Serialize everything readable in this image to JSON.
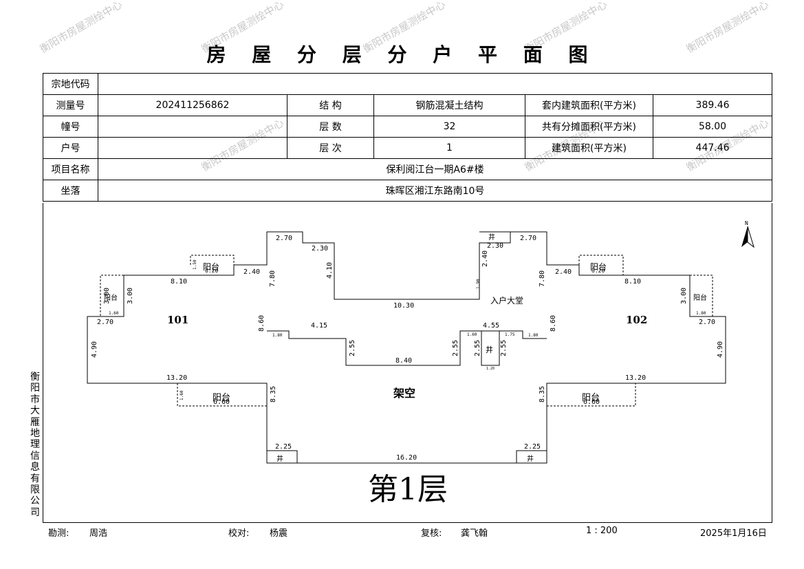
{
  "title": "房 屋 分 层 分 户 平 面 图",
  "watermark": "衡阳市房屋测绘中心",
  "info": {
    "parcel_code_label": "宗地代码",
    "parcel_code_value": "",
    "survey_no_label": "测量号",
    "survey_no_value": "202411256862",
    "structure_label": "结  构",
    "structure_value": "钢筋混凝土结构",
    "inner_area_label": "套内建筑面积(平方米)",
    "inner_area_value": "389.46",
    "building_no_label": "幢号",
    "building_no_value": "",
    "floors_label": "层  数",
    "floors_value": "32",
    "shared_area_label": "共有分摊面积(平方米)",
    "shared_area_value": "58.00",
    "unit_no_label": "户号",
    "unit_no_value": "",
    "floor_label": "层  次",
    "floor_value": "1",
    "building_area_label": "建筑面积(平方米)",
    "building_area_value": "447.46",
    "project_label": "项目名称",
    "project_value": "保利阅江台一期A6#楼",
    "location_label": "坐落",
    "location_value": "珠晖区湘江东路南10号"
  },
  "plan": {
    "unit_left": "101",
    "unit_right": "102",
    "center_label": "架空",
    "lobby_label": "入户大堂",
    "balcony_label": "阳台",
    "shaft_label": "井",
    "floor_title": "第1层",
    "north": "N",
    "dims": {
      "top_left_wall": "2.70",
      "top_left_step": "2.30",
      "top_left_drop": "4.10",
      "notch_bottom": "10.30",
      "top_right_wall": "2.70",
      "top_right_step": "2.30",
      "right_drop": "2.40",
      "right_small": "1.90",
      "left_balc_stub": "2.40",
      "left_balc_w": "1.50",
      "left_balc_len": "6.20",
      "left_top": "8.10",
      "left_vert_upper": "7.80",
      "left_balc_small": "3.00",
      "left_side_balc": "3.00",
      "left_side_balc2": "1.60",
      "left_step": "2.70",
      "left_height": "4.90",
      "left_bottom": "13.20",
      "left_mid_vert": "8.60",
      "mid_left_small": "1.80",
      "mid_left_top": "4.15",
      "mid_left_vert": "2.55",
      "mid_bottom": "8.40",
      "mid_right_vert": "2.55",
      "mid_right_top": "4.55",
      "mid_shaft_w": "1.60",
      "mid_shaft_v": "2.55",
      "mid_shaft_r": "2.55",
      "mid_small_r": "1.75",
      "mid_small_r2": "1.80",
      "mid_shaft_bottom": "1.20",
      "right_balc_stub": "2.40",
      "right_balc_len": "6.20",
      "right_top": "8.10",
      "right_vert_upper": "7.80",
      "right_side_balc": "3.00",
      "right_side_balc2": "1.80",
      "right_step": "2.70",
      "right_height": "4.90",
      "right_bottom": "13.20",
      "right_mid_vert": "8.60",
      "lower_left_vert": "8.35",
      "lower_right_vert": "8.35",
      "lower_left_balc": "6.60",
      "lower_right_balc": "6.60",
      "lower_balc_h": "1.60",
      "bottom_left_small": "2.25",
      "bottom_right_small": "2.25",
      "bottom": "16.20"
    }
  },
  "side_label": "衡阳市大雁地理信息有限公司",
  "footer": {
    "surveyor_label": "勘测:",
    "surveyor": "周浩",
    "checker_label": "校对:",
    "checker": "杨震",
    "reviewer_label": "复核:",
    "reviewer": "龚飞翰",
    "scale": "1 : 200",
    "date": "2025年1月16日"
  }
}
